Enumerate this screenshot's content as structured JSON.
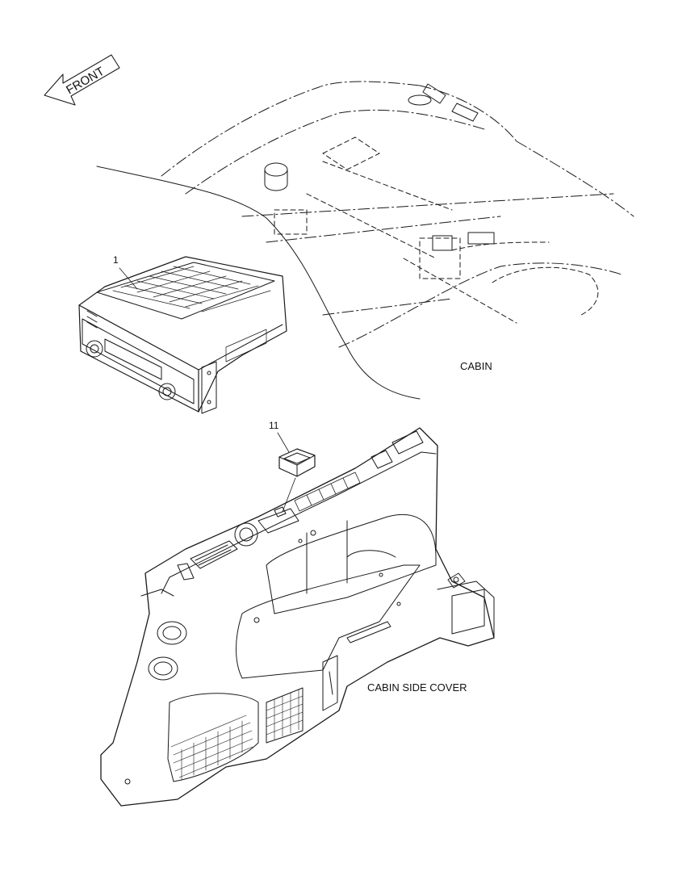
{
  "direction_arrow": {
    "label": "FRONT"
  },
  "callouts": [
    {
      "number": "1",
      "part": "radio-unit"
    },
    {
      "number": "11",
      "part": "switch"
    }
  ],
  "assembly_labels": {
    "cabin": "CABIN",
    "cabin_side_cover": "CABIN SIDE COVER"
  },
  "colors": {
    "line": "#1a1a1a",
    "background": "#ffffff"
  }
}
